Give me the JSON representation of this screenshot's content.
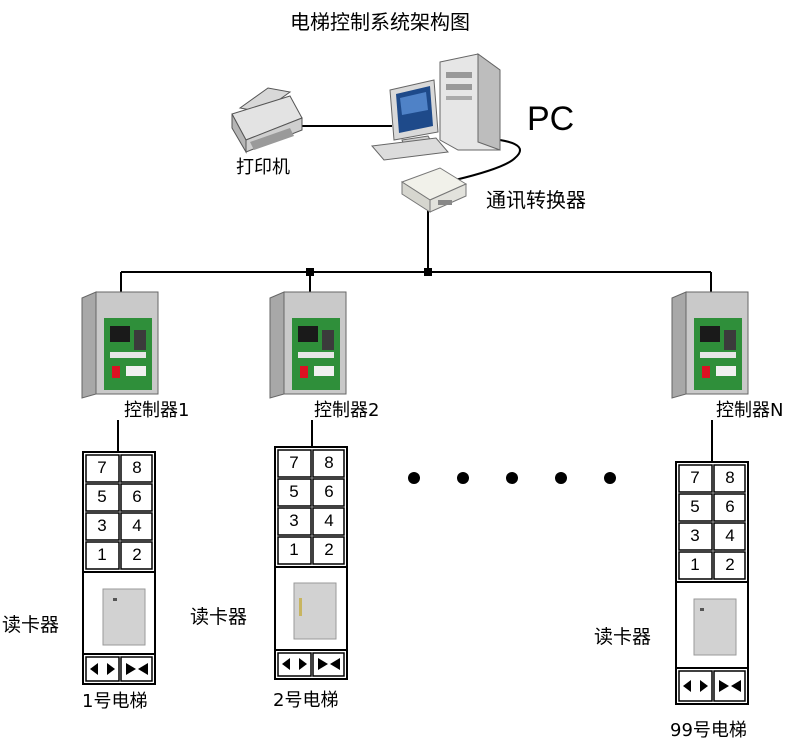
{
  "title": "电梯控制系统架构图",
  "pc": {
    "label": "PC"
  },
  "printer": {
    "label": "打印机"
  },
  "converter": {
    "label": "通讯转换器"
  },
  "controllers": [
    {
      "label": "控制器1"
    },
    {
      "label": "控制器2"
    },
    {
      "label": "控制器N"
    }
  ],
  "reader_label": "读卡器",
  "keypad": [
    [
      "7",
      "8"
    ],
    [
      "5",
      "6"
    ],
    [
      "3",
      "4"
    ],
    [
      "1",
      "2"
    ]
  ],
  "elevators": [
    {
      "label": "1号电梯"
    },
    {
      "label": "2号电梯"
    },
    {
      "label": "99号电梯"
    }
  ],
  "colors": {
    "line": "#000000",
    "cabinet": "#c7c7c7",
    "board": "#2f8f3a",
    "reader": "#d2d2d2"
  }
}
